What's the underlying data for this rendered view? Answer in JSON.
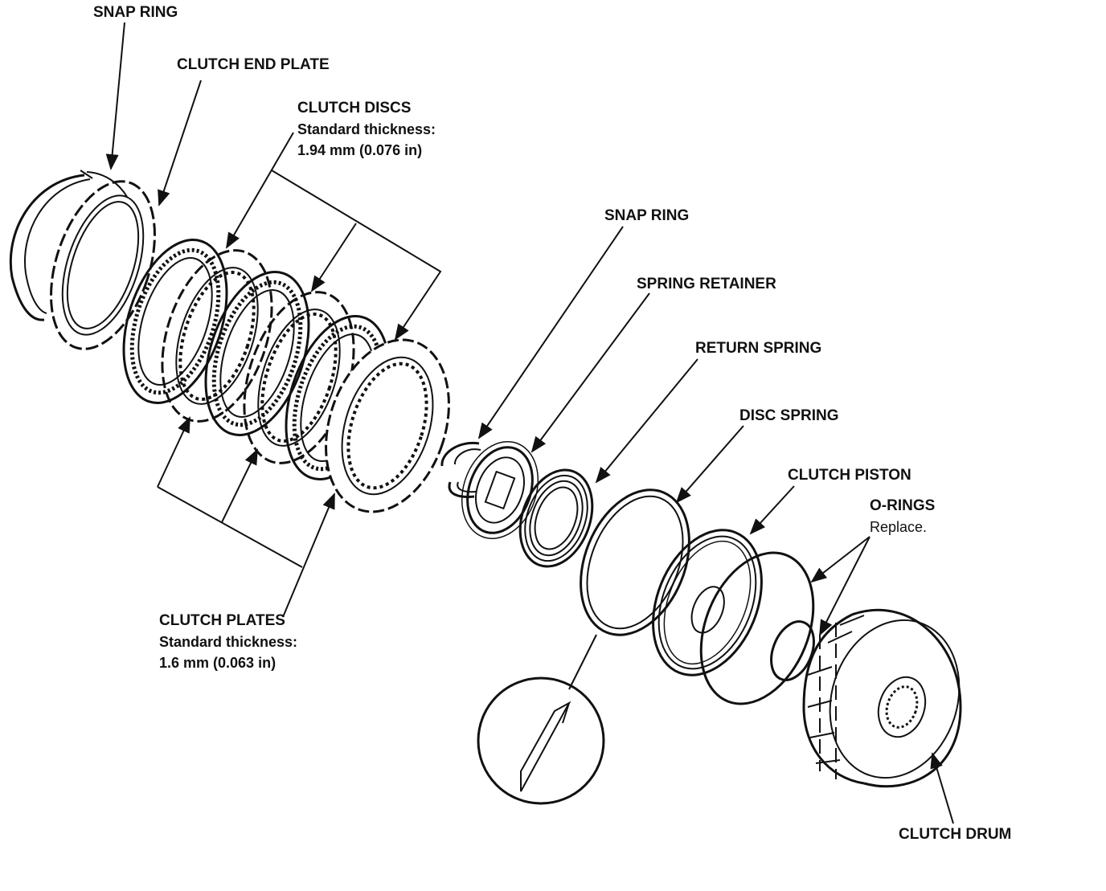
{
  "labels": {
    "snap_ring_top": "SNAP RING",
    "clutch_end_plate": "CLUTCH END PLATE",
    "clutch_discs": {
      "title": "CLUTCH DISCS",
      "line1": "Standard thickness:",
      "line2": "1.94 mm (0.076 in)"
    },
    "snap_ring_mid": "SNAP RING",
    "spring_retainer": "SPRING RETAINER",
    "return_spring": "RETURN SPRING",
    "disc_spring": "DISC SPRING",
    "clutch_piston": "CLUTCH PISTON",
    "o_rings": {
      "title": "O-RINGS",
      "note": "Replace."
    },
    "clutch_plates": {
      "title": "CLUTCH PLATES",
      "line1": "Standard thickness:",
      "line2": "1.6 mm (0.063 in)"
    },
    "clutch_drum": "CLUTCH DRUM"
  },
  "colors": {
    "ink": "#111111",
    "paper": "#ffffff"
  }
}
